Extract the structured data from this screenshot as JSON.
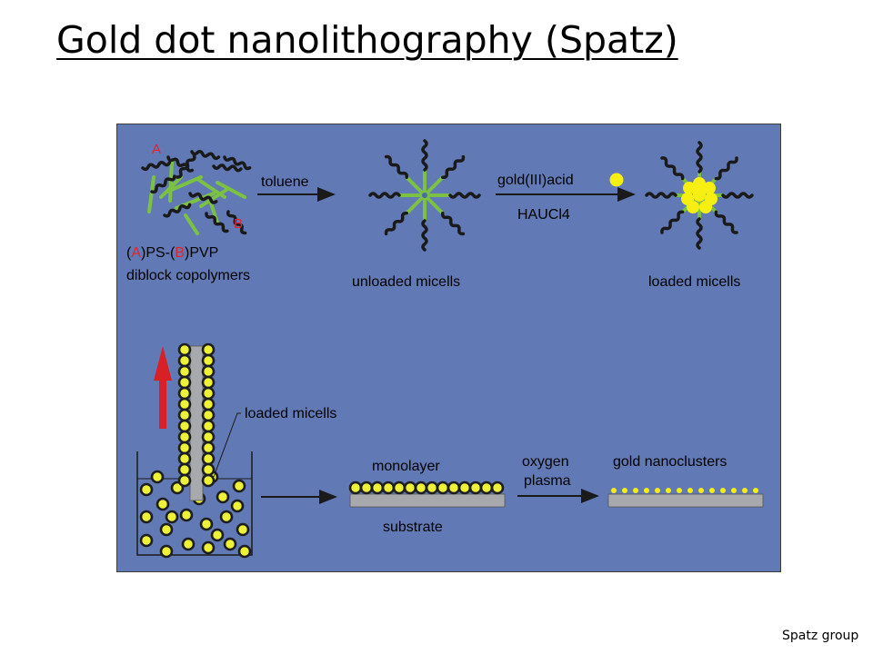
{
  "slide": {
    "title": "Gold dot nanolithography (Spatz)",
    "credit": "Spatz group"
  },
  "diagram": {
    "label_a": "A",
    "label_b": "B",
    "copolymer_line1": [
      "(",
      "A",
      ")PS-(",
      "B",
      ")PVP"
    ],
    "copolymer_line2": "diblock copolymers",
    "step1_arrow": "toluene",
    "unloaded_label": "unloaded micells",
    "step2_arrow_top": "gold(III)acid",
    "step2_arrow_bottom": "HAUCl4",
    "loaded_label_top": "loaded micells",
    "loaded_label_dip": "loaded micells",
    "monolayer_label": "monolayer",
    "substrate_label": "substrate",
    "step4_arrow_top": "oxygen",
    "step4_arrow_bottom": "plasma",
    "nanoclusters_label": "gold nanoclusters"
  },
  "colors": {
    "panel": "#6179b5",
    "ps_chain": "#1a1a1a",
    "pvp_chain": "#7cc242",
    "gold": "#f7ee12",
    "label_red": "#e3232c",
    "arrow": "#1a1a1a",
    "pull_arrow": "#d82027",
    "substrate": "#a7a9ac"
  },
  "icons": {
    "pull_direction": "up-arrow-icon",
    "gold_particle": "gold-dot-icon"
  }
}
